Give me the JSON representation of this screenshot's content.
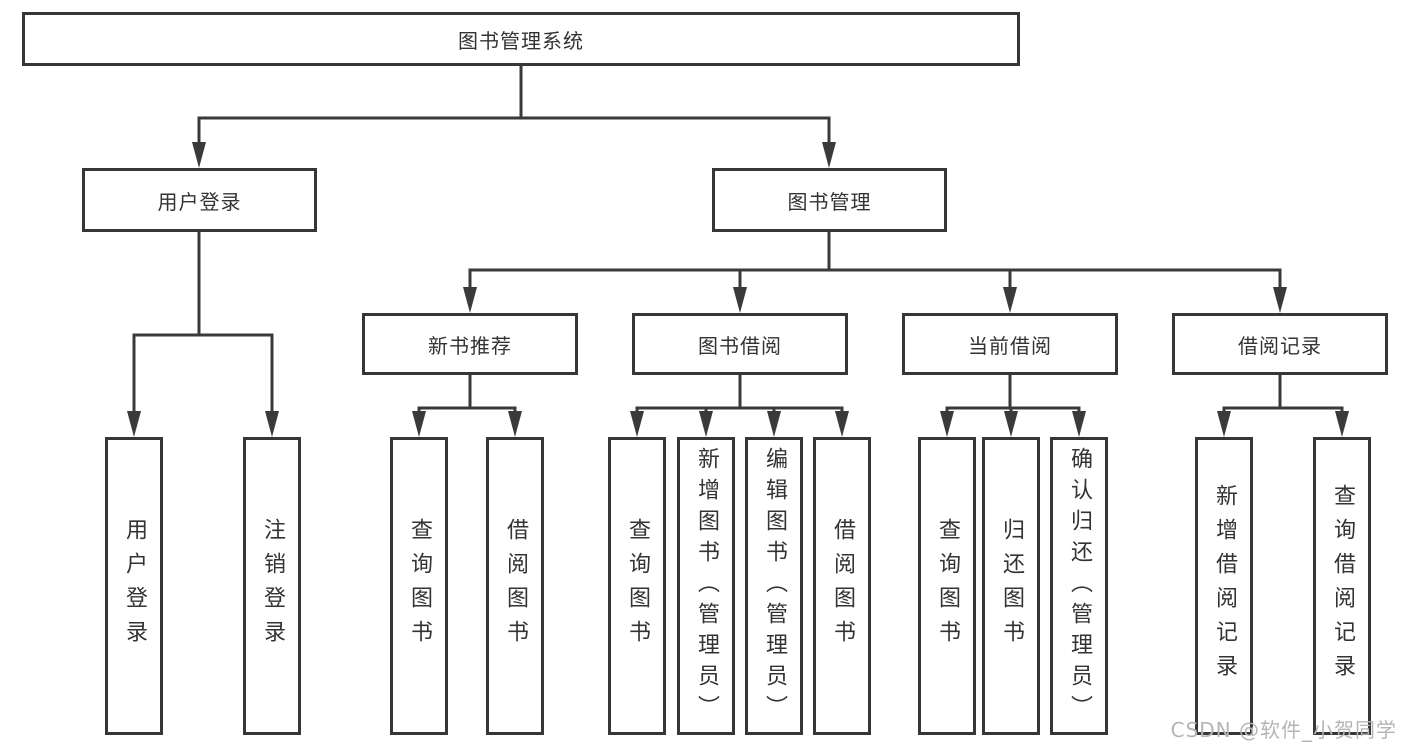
{
  "diagram": {
    "root": {
      "label": "图书管理系统"
    },
    "branches": [
      {
        "label": "用户登录",
        "children": [
          {
            "label": "用户登录"
          },
          {
            "label": "注销登录"
          }
        ]
      },
      {
        "label": "图书管理",
        "modules": [
          {
            "label": "新书推荐",
            "children": [
              {
                "label": "查询图书"
              },
              {
                "label": "借阅图书"
              }
            ]
          },
          {
            "label": "图书借阅",
            "children": [
              {
                "label": "查询图书"
              },
              {
                "label": "新增图书（管理员）"
              },
              {
                "label": "编辑图书（管理员）"
              },
              {
                "label": "借阅图书"
              }
            ]
          },
          {
            "label": "当前借阅",
            "children": [
              {
                "label": "查询图书"
              },
              {
                "label": "归还图书"
              },
              {
                "label": "确认归还（管理员）"
              }
            ]
          },
          {
            "label": "借阅记录",
            "children": [
              {
                "label": "新增借阅记录"
              },
              {
                "label": "查询借阅记录"
              }
            ]
          }
        ]
      }
    ]
  },
  "watermark": {
    "text": "CSDN @软件_小贺同学"
  },
  "colors": {
    "line": "#363636",
    "border": "#363636",
    "text": "#333333",
    "watermark": "#b5b5b5",
    "background": "#ffffff"
  }
}
